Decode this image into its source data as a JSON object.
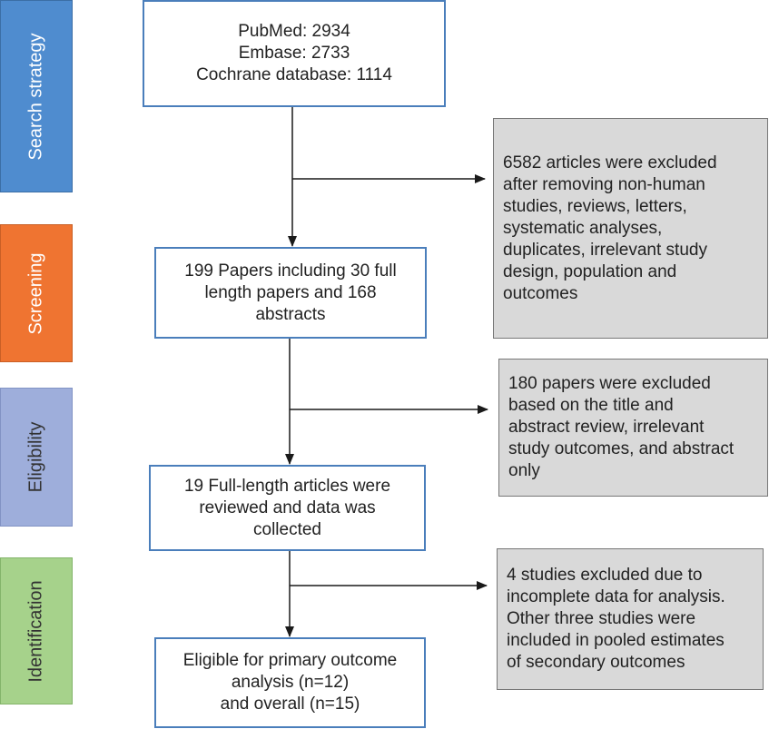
{
  "stages": [
    {
      "id": "search",
      "label": "Search strategy"
    },
    {
      "id": "screening",
      "label": "Screening"
    },
    {
      "id": "eligibility",
      "label": "Eligibility"
    },
    {
      "id": "identification",
      "label": "Identification"
    }
  ],
  "boxes": {
    "search": {
      "lines": [
        "PubMed: 2934",
        "Embase: 2733",
        "Cochrane database: 1114"
      ]
    },
    "screening": {
      "lines": [
        "199 Papers including 30 full",
        "length papers and 168",
        "abstracts"
      ]
    },
    "eligibility": {
      "lines": [
        "19 Full-length articles were",
        "reviewed and data was",
        "collected"
      ]
    },
    "identification": {
      "lines": [
        "Eligible for primary outcome",
        "analysis (n=12)",
        "and overall (n=15)"
      ]
    }
  },
  "exclusions": {
    "search": {
      "lines": [
        "6582 articles were excluded",
        "after removing non-human",
        "studies, reviews, letters,",
        "systematic analyses,",
        "duplicates, irrelevant study",
        "design, population and",
        "outcomes"
      ]
    },
    "screening": {
      "lines": [
        "180 papers were excluded",
        "based on the title and",
        "abstract review, irrelevant",
        "study outcomes, and abstract",
        "only"
      ]
    },
    "eligibility": {
      "lines": [
        "4 studies excluded due to",
        "incomplete data for analysis.",
        "Other three studies were",
        "included in pooled estimates",
        "of secondary outcomes"
      ]
    }
  },
  "colors": {
    "search_stage": "#4f8ccf",
    "screening_stage": "#ef7431",
    "eligibility_stage": "#9eaedb",
    "identification_stage": "#a6d28b",
    "box_border": "#4a7ebb",
    "exclusion_fill": "#d9d9d9",
    "connector": "#1a1a1a"
  }
}
